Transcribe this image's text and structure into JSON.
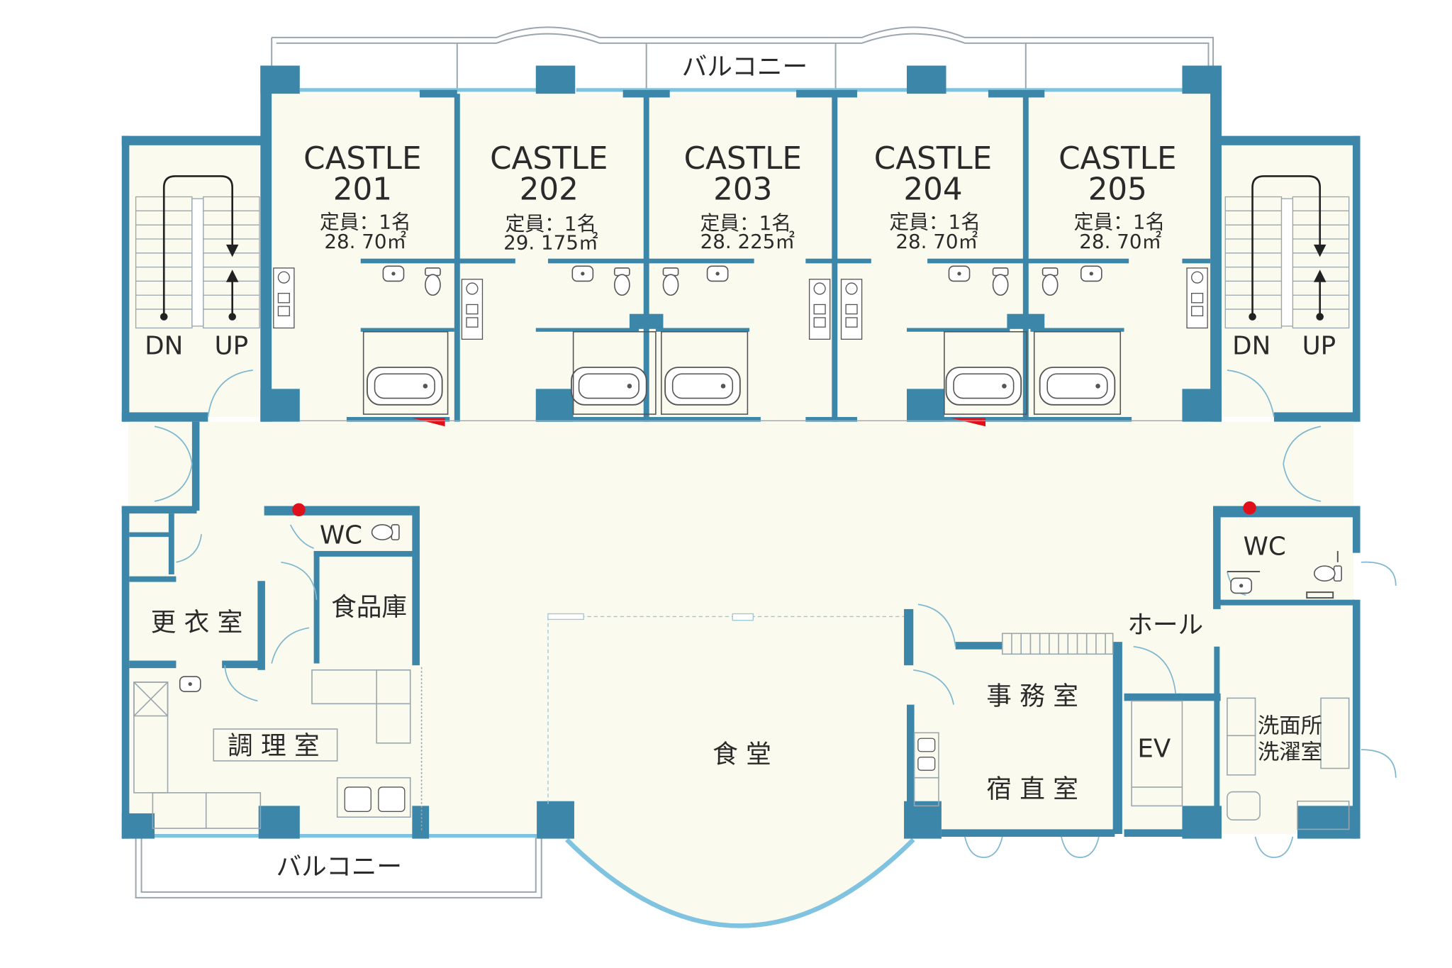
{
  "colors": {
    "wall": "#3b86a9",
    "wall_dark": "#2f6f90",
    "floor": "#fbfaee",
    "window": "#7fc3e0",
    "line": "#9aa6ad",
    "marker": "#e0101a"
  },
  "rooms": [
    {
      "title": "CASTLE",
      "number": "201",
      "capacity": "定員：1名",
      "area": "28. 70㎡"
    },
    {
      "title": "CASTLE",
      "number": "202",
      "capacity": "定員：1名",
      "area": "29. 175㎡"
    },
    {
      "title": "CASTLE",
      "number": "203",
      "capacity": "定員：1名",
      "area": "28. 225㎡"
    },
    {
      "title": "CASTLE",
      "number": "204",
      "capacity": "定員：1名",
      "area": "28. 70㎡"
    },
    {
      "title": "CASTLE",
      "number": "205",
      "capacity": "定員：1名",
      "area": "28. 70㎡"
    }
  ],
  "labels": {
    "balcony_top": "バルコニー",
    "balcony_bottom": "バルコニー",
    "stairs_left_down": "DN",
    "stairs_left_up": "UP",
    "stairs_right_down": "DN",
    "stairs_right_up": "UP",
    "wc_left": "WC",
    "wc_right": "WC",
    "pantry": "食品庫",
    "locker_room": "更 衣 室",
    "kitchen": "調 理 室",
    "dining": "食 堂",
    "hall": "ホール",
    "office": "事 務 室",
    "night_duty": "宿 直 室",
    "elevator": "EV",
    "washroom_line1": "洗面所",
    "washroom_line2": "洗濯室"
  },
  "icons": [
    "stair-arrow-icon",
    "toilet-icon",
    "sink-icon",
    "bathtub-icon",
    "kitchen-sink-icon",
    "door-swing-icon",
    "alarm-marker-icon"
  ]
}
